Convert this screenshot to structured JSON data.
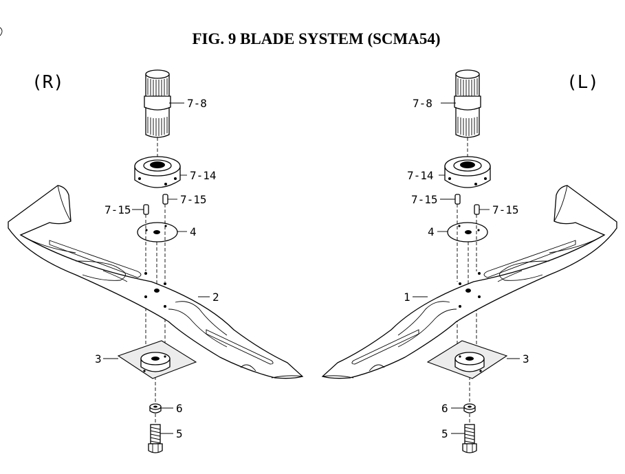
{
  "title": "FIG. 9  BLADE SYSTEM (SCMA54)",
  "sides": {
    "right": "(R)",
    "left": "(L)"
  },
  "callouts": {
    "r_7_8": "7-8",
    "r_7_14": "7-14",
    "r_7_15_a": "7-15",
    "r_7_15_b": "7-15",
    "r_4": "4",
    "r_2": "2",
    "r_3": "3",
    "r_6": "6",
    "r_5": "5",
    "l_7_8": "7-8",
    "l_7_14": "7-14",
    "l_7_15_a": "7-15",
    "l_7_15_b": "7-15",
    "l_4": "4",
    "l_1": "1",
    "l_3": "3",
    "l_6": "6",
    "l_5": "5"
  }
}
